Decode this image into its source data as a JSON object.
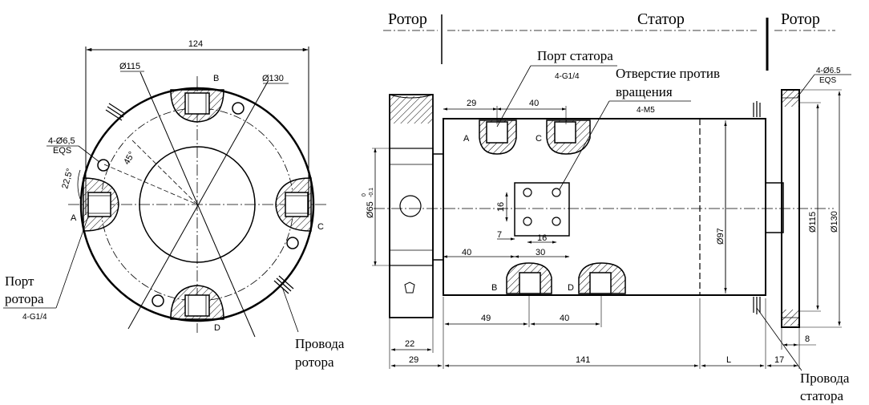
{
  "front_view": {
    "dim_width": "124",
    "dim_d115": "Ø115",
    "dim_d130": "Ø130",
    "port_b": "B",
    "port_a": "A",
    "port_c": "C",
    "port_d": "D",
    "holes_label": "4-Ø6,5",
    "holes_eqs": "EQS",
    "angle_22": "22,5°",
    "angle_45": "45°",
    "rotor_port_line1": "Порт",
    "rotor_port_line2": "ротора",
    "rotor_port_thread": "4-G1/4",
    "rotor_wires_line1": "Провода",
    "rotor_wires_line2": "ротора"
  },
  "side_view": {
    "header_rotor_left": "Ротор",
    "header_stator": "Статор",
    "header_rotor_right": "Ротор",
    "stator_port_label": "Порт статора",
    "stator_port_thread": "4-G1/4",
    "anti_rot_line1": "Отверстие против",
    "anti_rot_line2": "вращения",
    "anti_rot_thread": "4-M5",
    "dim_29_top": "29",
    "dim_40_top": "40",
    "port_a": "A",
    "port_c": "C",
    "port_b": "B",
    "port_d": "D",
    "dim_16_v": "16",
    "dim_7": "7",
    "dim_16_h": "16",
    "dim_40_mid": "40",
    "dim_30": "30",
    "dim_d65": "Ø65",
    "dim_d65_tol_upper": "0",
    "dim_d65_tol_lower": "-0.1",
    "dim_d97": "Ø97",
    "dim_d115": "Ø115",
    "dim_d130": "Ø130",
    "holes_label": "4-Ø6.5",
    "holes_eqs": "EQS",
    "dim_49": "49",
    "dim_40_bottom": "40",
    "dim_22": "22",
    "dim_29_bottom": "29",
    "dim_141": "141",
    "dim_L": "L",
    "dim_17": "17",
    "dim_8": "8",
    "stator_wires_line1": "Провода",
    "stator_wires_line2": "статора"
  }
}
